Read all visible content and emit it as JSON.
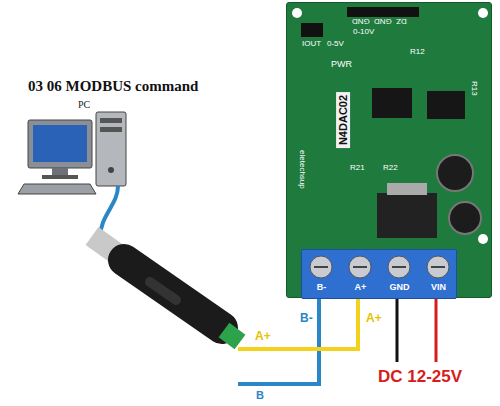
{
  "diagram": {
    "title": "03 06 MODBUS command",
    "nodes": [
      {
        "text": [
          "PC"
        ]
      },
      {
        "text": [
          "N4DAC02"
        ]
      },
      {
        "text": [
          "B-",
          "A+",
          "GND",
          "VIN"
        ],
        "in": 1
      }
    ],
    "labels": [
      "IOUT",
      "0-5V",
      "0-10V",
      "GND",
      "GND",
      "DZ",
      "R12",
      "PWR",
      "R13",
      "eletechsup",
      "R21",
      "R22",
      "A+",
      "B",
      "B-",
      "A+",
      "DC 12-25V"
    ]
  }
}
